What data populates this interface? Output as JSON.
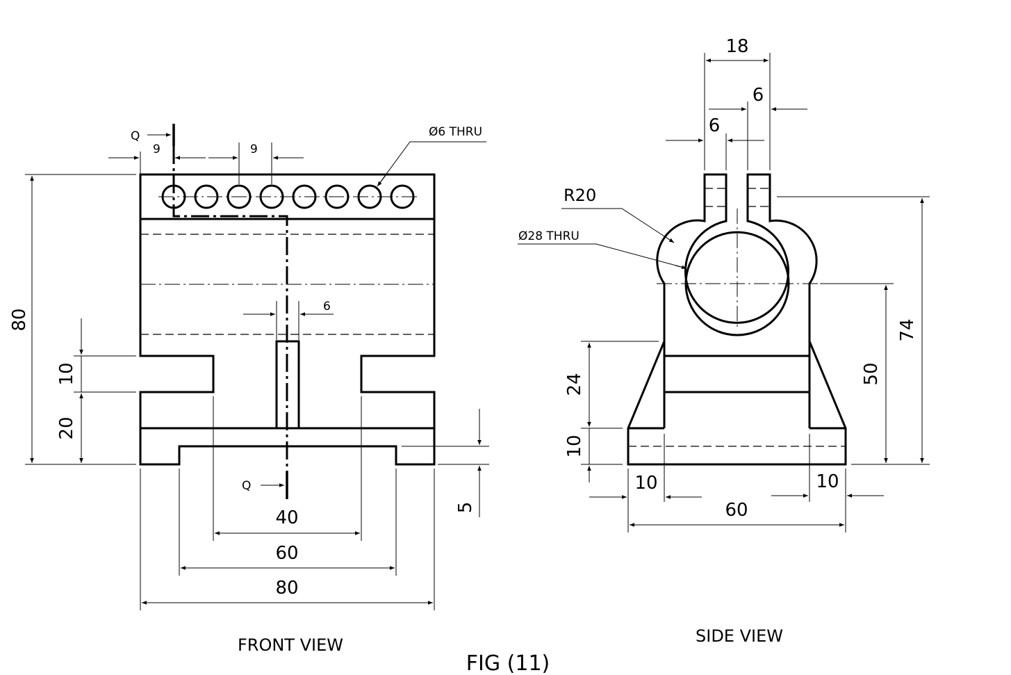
{
  "figure": {
    "caption": "FIG (11)"
  },
  "front_view": {
    "label": "FRONT VIEW",
    "section_mark": "Q",
    "hole_note": "Ø6 THRU",
    "dims": {
      "height_80": "80",
      "notch_10": "10",
      "base_20": "20",
      "pitch_9a": "9",
      "pitch_9b": "9",
      "slot_6": "6",
      "width_40": "40",
      "width_60": "60",
      "width_80": "80",
      "recess_5": "5"
    }
  },
  "side_view": {
    "label": "SIDE VIEW",
    "radius_note": "R20",
    "bore_note": "Ø28 THRU",
    "dims": {
      "top_18": "18",
      "slot_6a": "6",
      "slot_6b": "6",
      "height_74": "74",
      "height_50": "50",
      "rib_24": "24",
      "base_10": "10",
      "foot_left_10": "10",
      "foot_right_10": "10",
      "width_60": "60"
    }
  }
}
